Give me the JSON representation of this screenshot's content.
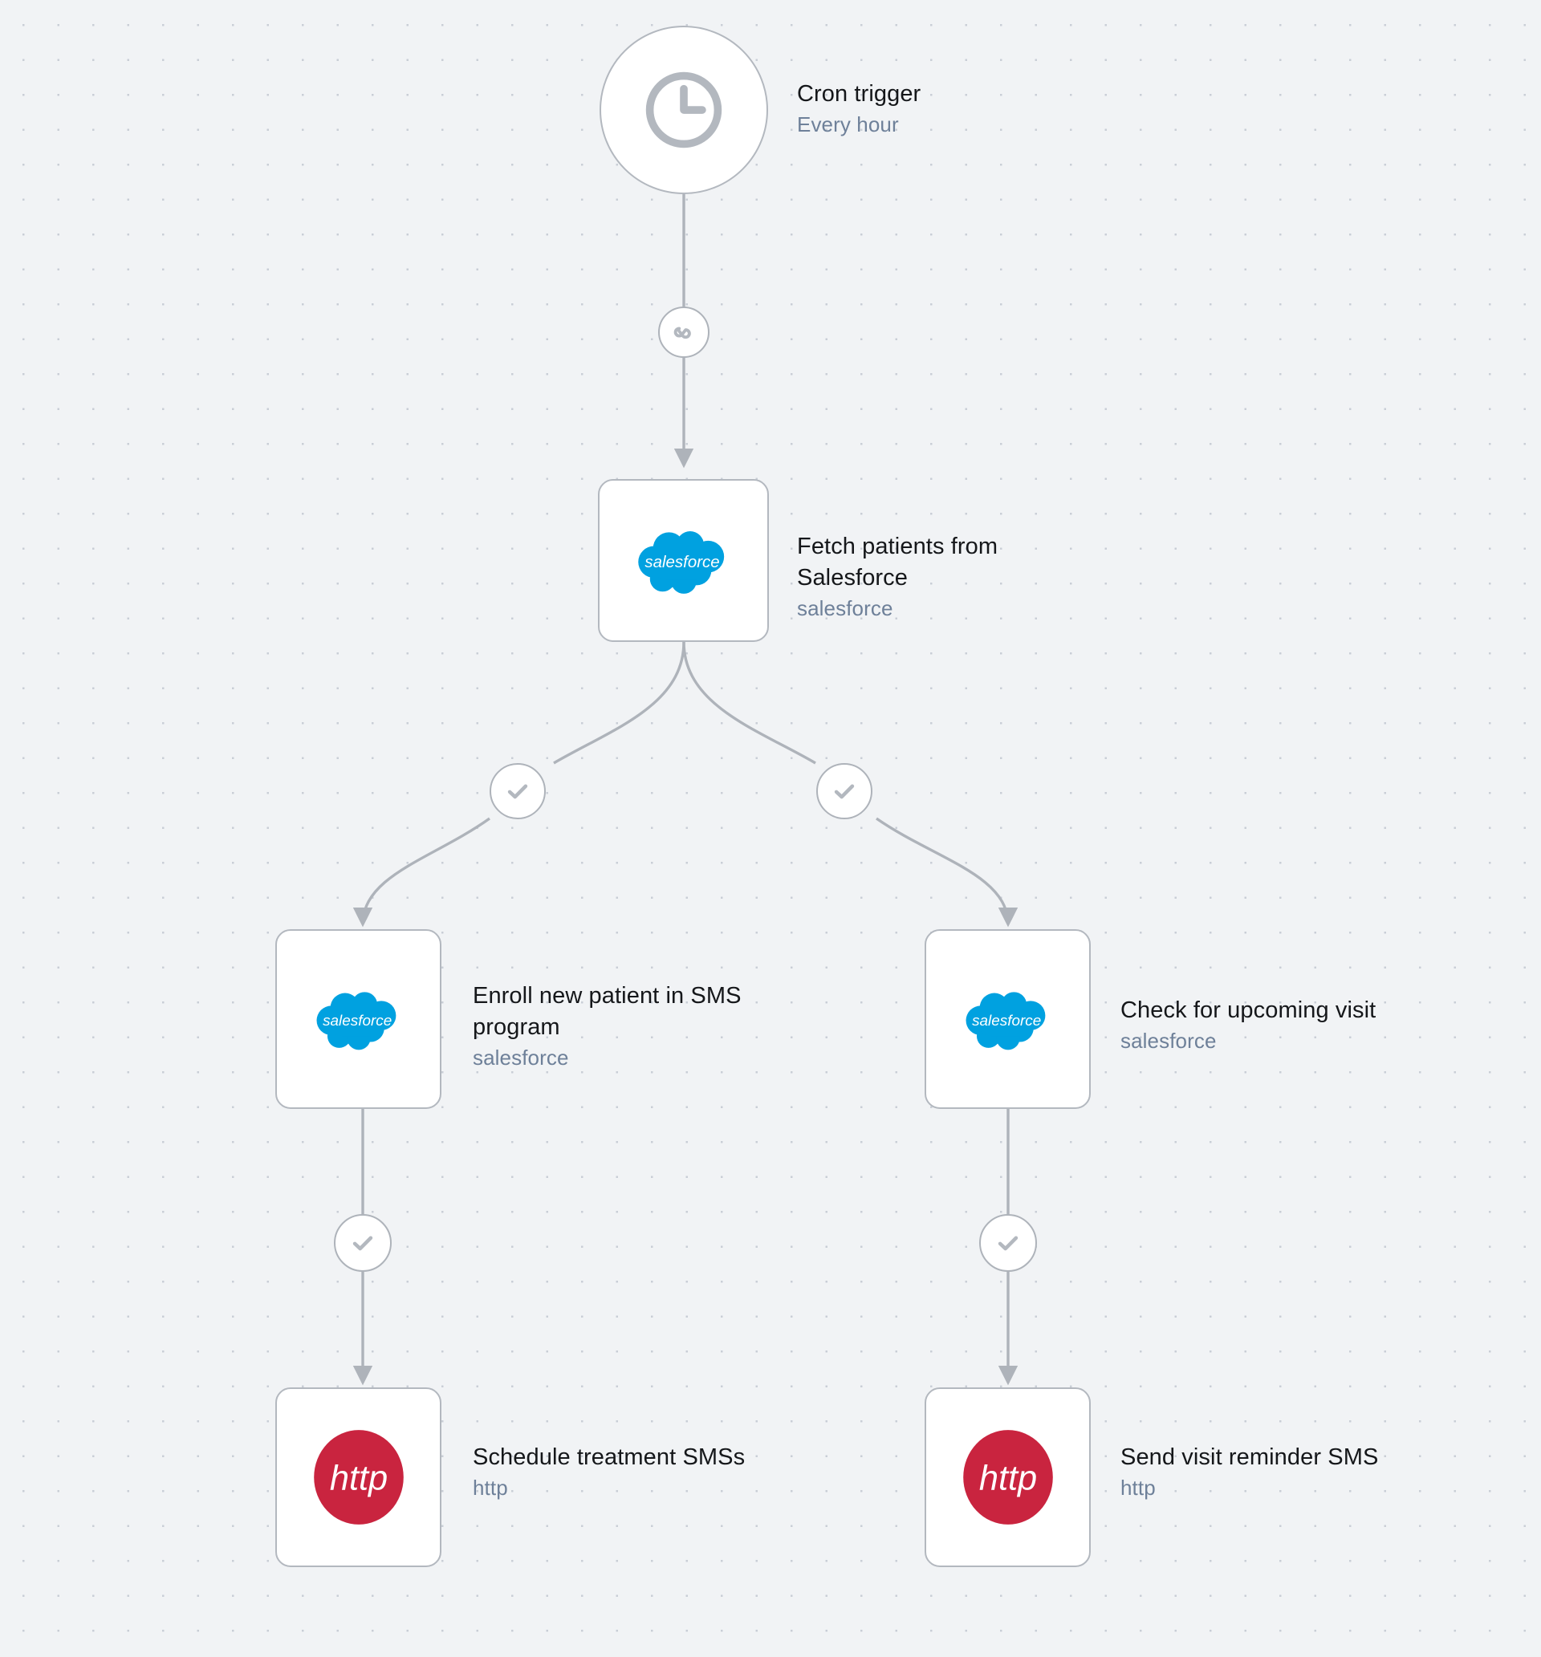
{
  "canvas": {
    "background_color": "#f1f3f5",
    "dot_color": "#c9ced6"
  },
  "theme": {
    "node_border": "#b3b8bf",
    "node_fill": "#ffffff",
    "edge_color": "#aeb3ba",
    "title_color": "#15171a",
    "subtitle_color": "#6e8099",
    "salesforce_blue": "#00a1e0",
    "http_red": "#c9243f"
  },
  "workflow": {
    "nodes": [
      {
        "id": "cron-trigger",
        "icon": "clock-icon",
        "title": "Cron trigger",
        "subtitle": "Every hour"
      },
      {
        "id": "fetch-patients",
        "icon": "salesforce-icon",
        "title": "Fetch patients from\nSalesforce",
        "subtitle": "salesforce"
      },
      {
        "id": "enroll-patient",
        "icon": "salesforce-icon",
        "title": "Enroll new patient in SMS\nprogram",
        "subtitle": "salesforce"
      },
      {
        "id": "check-visit",
        "icon": "salesforce-icon",
        "title": "Check for upcoming visit",
        "subtitle": "salesforce"
      },
      {
        "id": "schedule-sms",
        "icon": "http-icon",
        "title": "Schedule treatment SMSs",
        "subtitle": "http"
      },
      {
        "id": "send-reminder",
        "icon": "http-icon",
        "title": "Send visit reminder SMS",
        "subtitle": "http"
      }
    ],
    "edge_badges": [
      {
        "id": "loop-badge",
        "icon": "infinity-icon"
      },
      {
        "id": "branch-left-badge",
        "icon": "check-icon"
      },
      {
        "id": "branch-right-badge",
        "icon": "check-icon"
      },
      {
        "id": "left-chain-badge",
        "icon": "check-icon"
      },
      {
        "id": "right-chain-badge",
        "icon": "check-icon"
      }
    ],
    "logo_text": {
      "salesforce": "salesforce",
      "http": "http"
    }
  }
}
